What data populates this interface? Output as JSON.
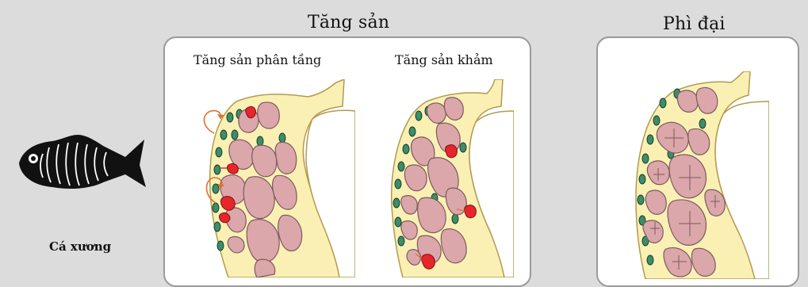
{
  "headings": {
    "hyperplasia": "Tăng sản",
    "hypertrophy": "Phì đại"
  },
  "subheadings": {
    "stratified": "Tăng sản phân tầng",
    "mosaic": "Tăng sản khảm"
  },
  "fish": {
    "label": "Cá xương",
    "icon": "fish-icon"
  },
  "colors": {
    "background": "#dcdcdc",
    "tissue": "#fbf0b4",
    "tissue_border": "#b39a4d",
    "adipocyte": "#dba7ab",
    "adipocyte_border": "#7b5a5e",
    "progenitor": "#3e8d68",
    "new_adipocyte": "#e7262b",
    "arrow": "#e07030"
  }
}
